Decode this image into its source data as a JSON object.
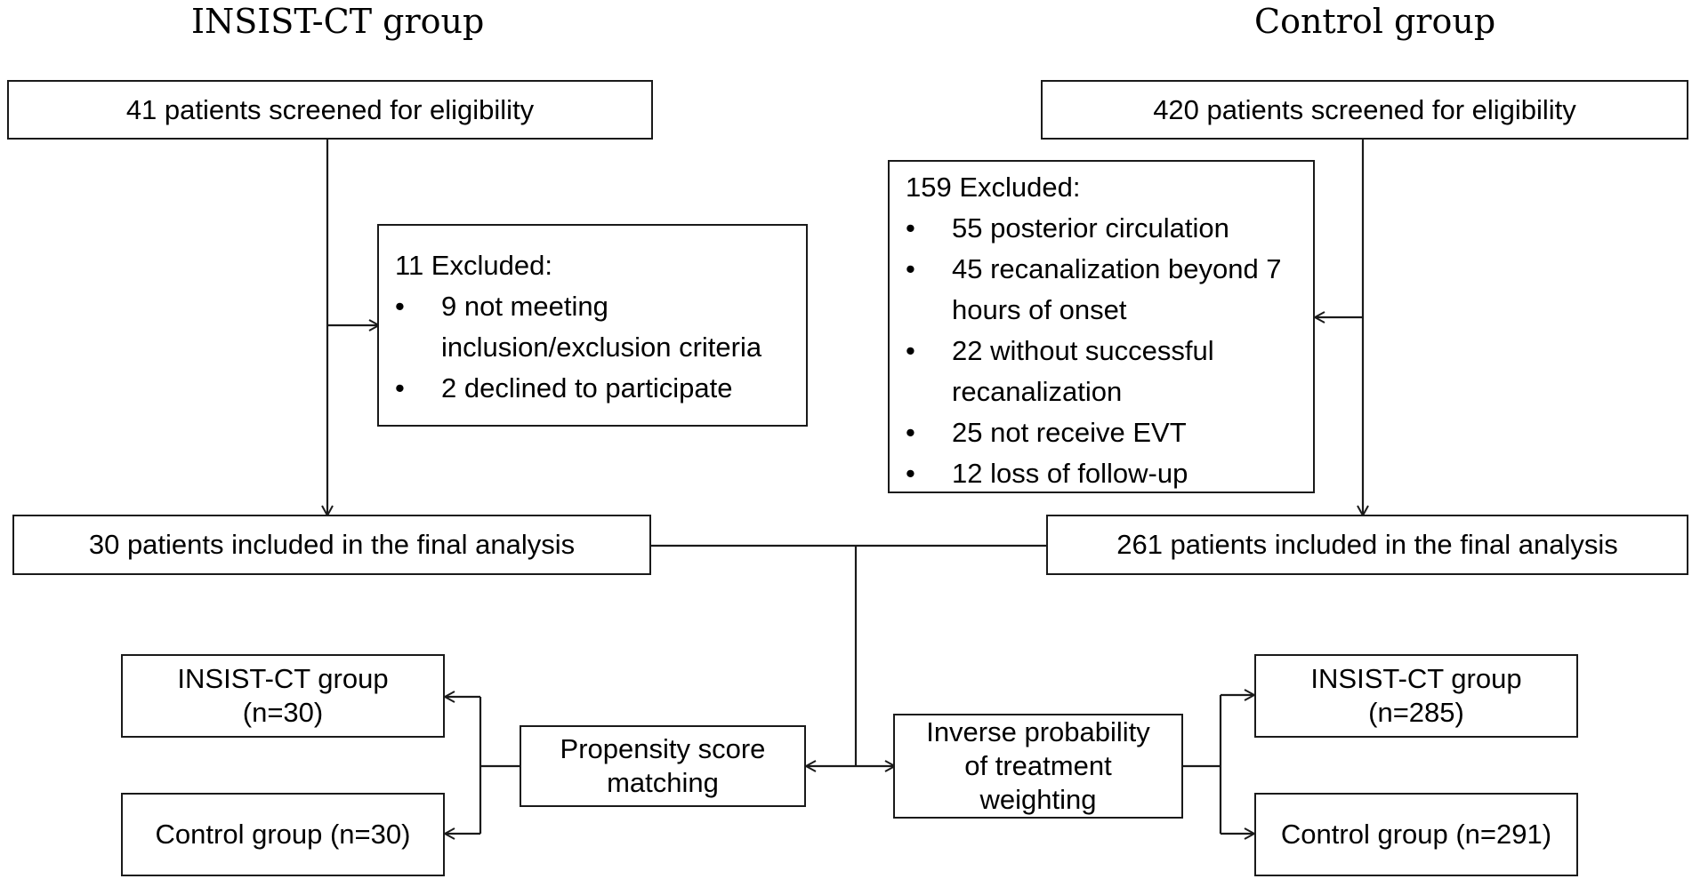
{
  "headers": {
    "left": "INSIST-CT  group",
    "right": "Control group"
  },
  "left_screened": "41 patients screened for eligibility",
  "right_screened": "420 patients screened for eligibility",
  "left_excluded": {
    "label": "11 Excluded:",
    "items": [
      [
        "9 not meeting",
        "inclusion/exclusion criteria"
      ],
      [
        "2 declined to participate"
      ]
    ]
  },
  "right_excluded": {
    "label": "159 Excluded:",
    "items": [
      [
        "55 posterior circulation"
      ],
      [
        "45 recanalization beyond 7",
        "hours of onset"
      ],
      [
        "22 without successful",
        "recanalization"
      ],
      [
        "25 not receive EVT"
      ],
      [
        "12 loss of follow-up"
      ]
    ]
  },
  "left_included": "30 patients included in the final analysis",
  "right_included": "261 patients included in the final analysis",
  "psm": {
    "label": [
      "Propensity score",
      "matching"
    ],
    "insist": [
      "INSIST-CT group",
      "(n=30)"
    ],
    "control": "Control group (n=30)"
  },
  "iptw": {
    "label": [
      "Inverse probability",
      "of treatment",
      "weighting"
    ],
    "insist": [
      "INSIST-CT group",
      "(n=285)"
    ],
    "control": "Control group (n=291)"
  },
  "bullet": "•"
}
